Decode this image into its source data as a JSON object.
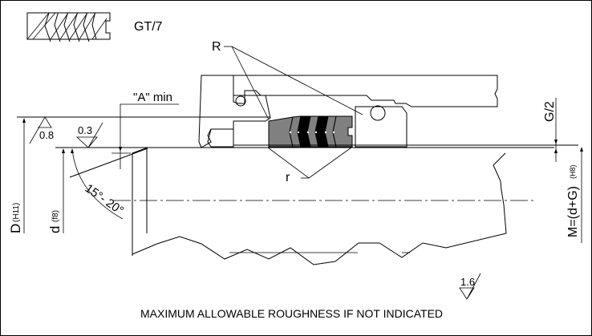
{
  "drawing": {
    "profile_code": "GT/7",
    "labels": {
      "R": "R",
      "r": "r",
      "a_min": "\"A\" min",
      "g_half": "G/2",
      "D_main": "D",
      "D_tol": "(H11)",
      "d_main": "d",
      "d_tol": "(f8)",
      "M_main": "M=(d+G)",
      "M_tol": "(H8)",
      "angle": "15°- 20°"
    },
    "roughness": {
      "bore": "0.8",
      "chamfer": "0.3",
      "default": "1.6"
    },
    "note": "MAXIMUM ALLOWABLE ROUGHNESS IF NOT INDICATED",
    "colors": {
      "line": "#000000",
      "seal_grey": "#808080",
      "seal_black": "#000000"
    }
  }
}
